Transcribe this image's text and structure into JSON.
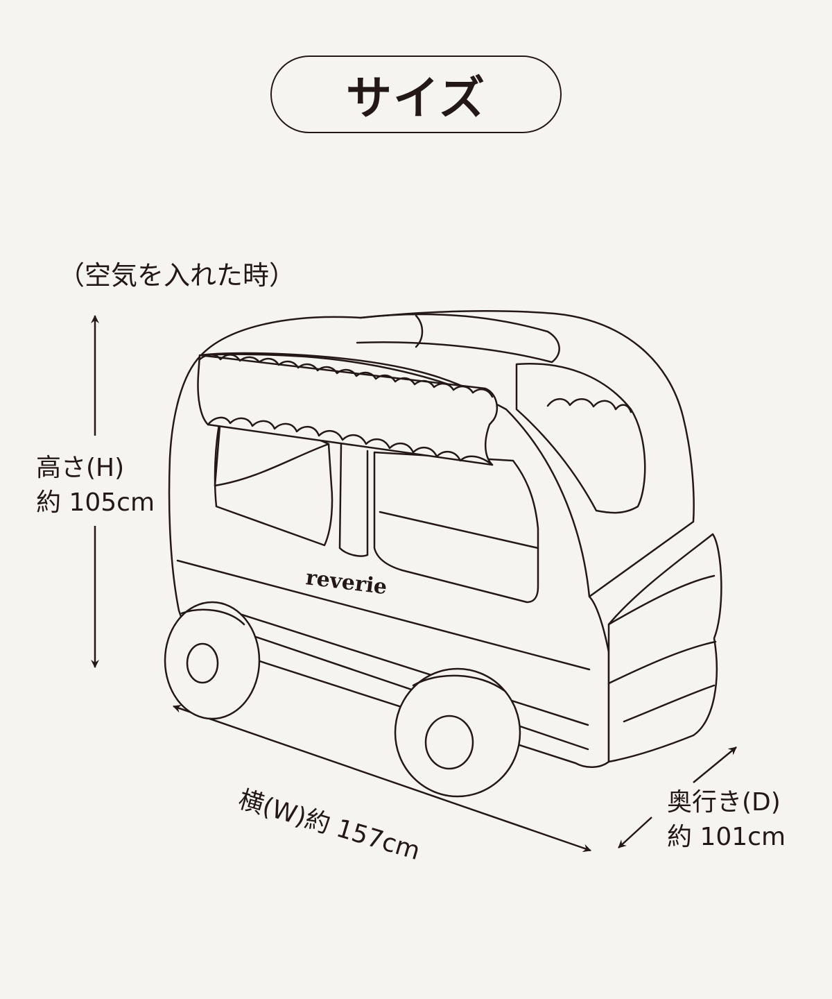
{
  "title": "サイズ",
  "note": "（空気を入れた時）",
  "dimensions": {
    "height": {
      "label": "高さ(H)",
      "value": "約 105cm"
    },
    "width": {
      "label": "横(W)",
      "value": "約 157cm"
    },
    "depth": {
      "label": "奥行き(D)",
      "value": "約 101cm"
    }
  },
  "product": {
    "brand": "reverie"
  },
  "colors": {
    "background": "#f6f4f0",
    "line": "#231815"
  }
}
